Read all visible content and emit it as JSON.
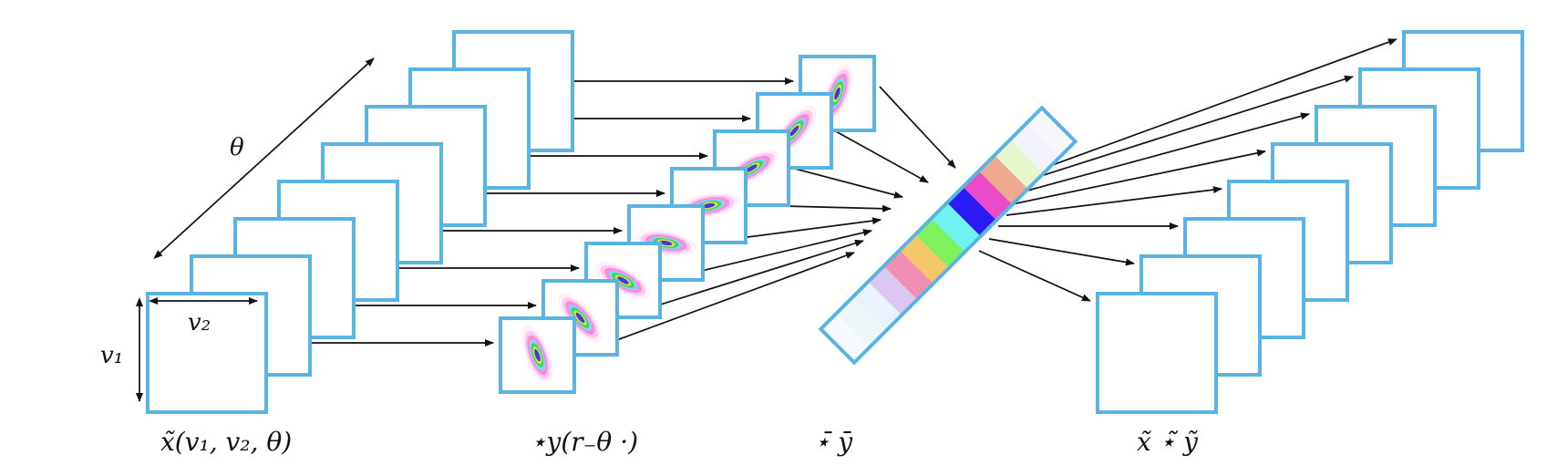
{
  "labels": {
    "theta": "θ",
    "v1": "v₁",
    "v2": "v₂",
    "input_caption": "x̃(v₁, v₂, θ)",
    "filter_caption": "⋆y(r₋θ ·)",
    "feature_caption": "⋆̄ ȳ",
    "output_caption": "x̃ ⋆̃ ỹ"
  },
  "colors": {
    "frame_stroke": "#5ab4e2",
    "arrow": "#111111",
    "feature_cells": [
      "#f6fbfd",
      "#eef8f8",
      "#e9f3fb",
      "#dcc7f3",
      "#f08fb2",
      "#f4c86a",
      "#7df25d",
      "#6ff4f2",
      "#2a1cf3",
      "#ea49c7",
      "#efa98c",
      "#e7f7cd",
      "#f3f4fb",
      "#f7f8fc"
    ]
  },
  "counts": {
    "input_frames": 8,
    "filter_frames": 8,
    "output_frames": 8
  }
}
